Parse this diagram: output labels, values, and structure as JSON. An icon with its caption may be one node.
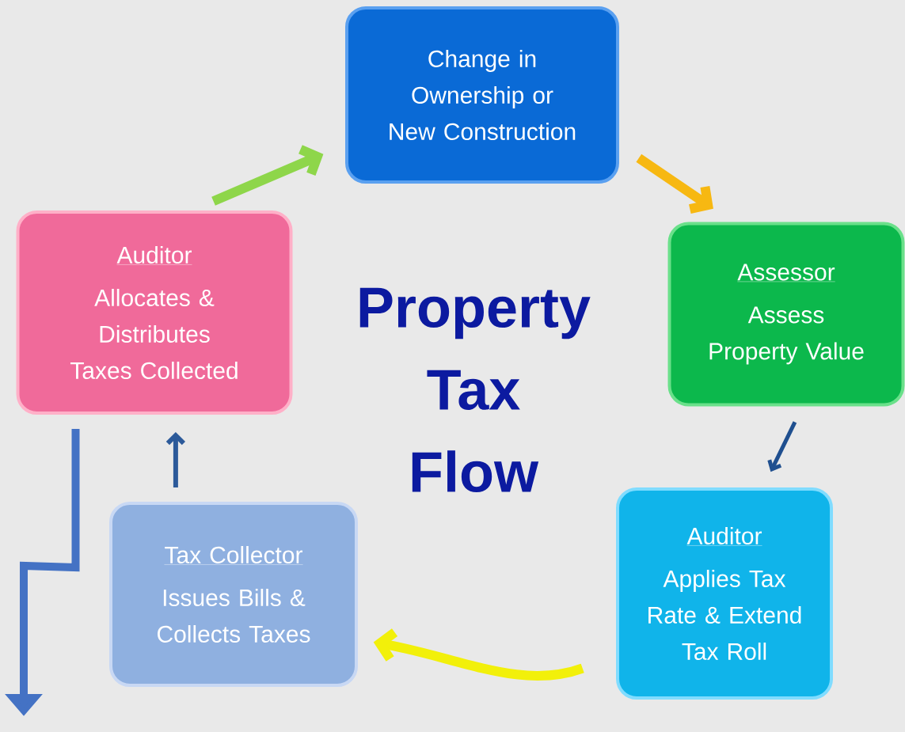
{
  "diagram": {
    "title": "Property Tax Flow",
    "nodes": [
      {
        "text": [
          "Change in Ownership or New Construction"
        ]
      },
      {
        "text": [
          "Assessor",
          "Assess Property Value"
        ]
      },
      {
        "text": [
          "Auditor",
          "Applies Tax Rate & Extend Tax Roll"
        ]
      },
      {
        "text": [
          "Tax Collector",
          "Issues Bills & Collects Taxes"
        ]
      },
      {
        "text": [
          "Auditor",
          "Allocates & Distributes Taxes Collected"
        ]
      }
    ],
    "edges": [
      {
        "from": 4,
        "to": 0,
        "arrow": "to",
        "color": "#8ed64a"
      },
      {
        "from": 0,
        "to": 1,
        "arrow": "to",
        "color": "#f7b812"
      },
      {
        "from": 1,
        "to": 2,
        "arrow": "to",
        "color": "#1f4f8f"
      },
      {
        "from": 2,
        "to": 3,
        "arrow": "to",
        "color": "#f2f00a"
      },
      {
        "from": 3,
        "to": 4,
        "arrow": "to",
        "color": "#2c5a9a"
      },
      {
        "from": 4,
        "to": null,
        "arrow": "to",
        "color": "#4472c4"
      }
    ]
  }
}
